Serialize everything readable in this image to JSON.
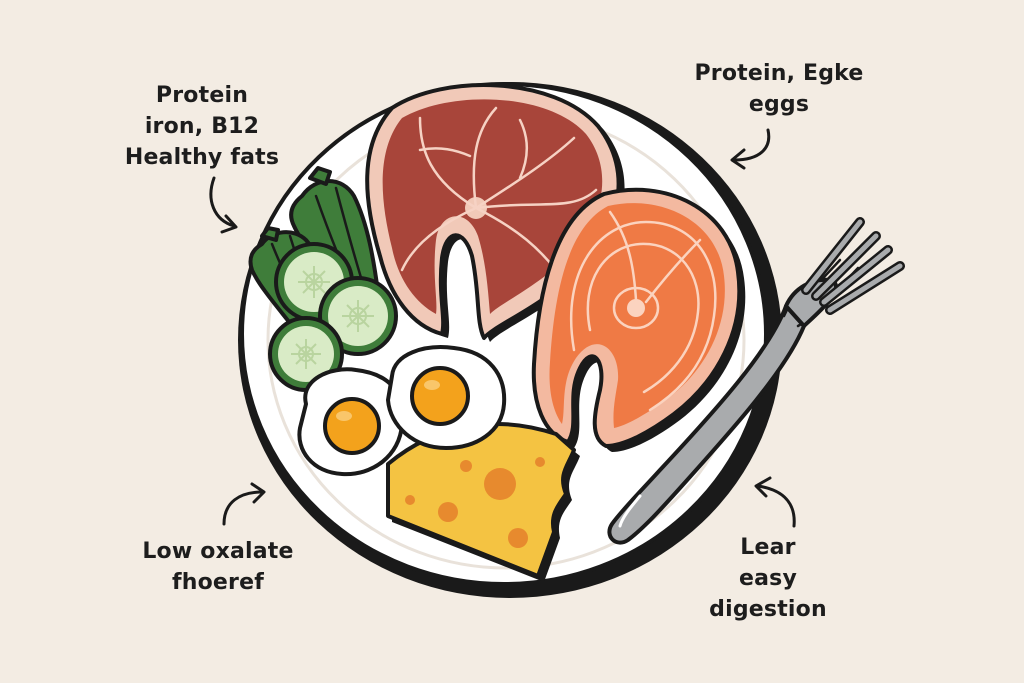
{
  "labels": {
    "top_left": [
      "Protein",
      "iron, B12",
      "Healthy fats"
    ],
    "top_right": [
      "Protein, Egke",
      "eggs"
    ],
    "bottom_left": [
      "Low oxalate",
      "fhoeref"
    ],
    "bottom_right": [
      "Lear",
      "easy",
      "digestion"
    ]
  },
  "colors": {
    "background": "#f3ece3",
    "outline": "#1a1a1a",
    "plate": "#ffffff",
    "steak": "#a8453a",
    "steak_fat": "#f1c9b8",
    "salmon": "#ef7a45",
    "salmon_skin": "#f3b9a0",
    "cucumber": "#3f7d3a",
    "cucumber_flesh": "#d9ebc6",
    "egg_yolk": "#f3a21c",
    "cheese": "#f4c342",
    "cheese_hole": "#e78a2e",
    "fork": "#a9abad"
  },
  "icons": [
    "plate-icon",
    "steak-icon",
    "salmon-steak-icon",
    "cucumber-icon",
    "fried-egg-icon",
    "cheese-icon",
    "fork-icon",
    "curved-arrow-icon"
  ]
}
